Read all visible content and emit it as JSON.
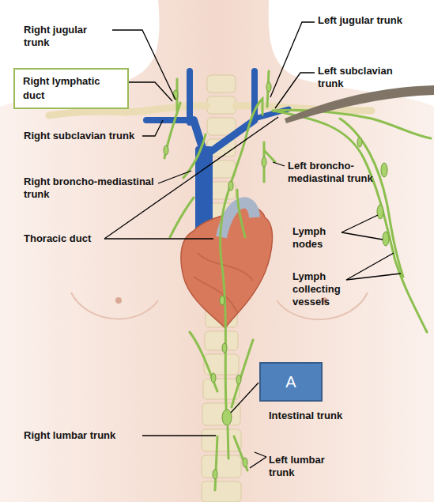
{
  "diagram": {
    "nodes": [
      {
        "text": [
          "Right lymphatic duct"
        ]
      },
      {
        "text": [
          "A"
        ]
      }
    ],
    "labels": [
      "Right jugular trunk",
      "Left jugular trunk",
      "Left subclavian trunk",
      "Right subclavian trunk",
      "Right broncho-mediastinal trunk",
      "Left broncho-mediastinal trunk",
      "Lymph nodes",
      "Thoracic duct",
      "Lymph collecting vessels",
      "Intestinal trunk",
      "Right lumbar trunk",
      "Left lumbar trunk"
    ]
  }
}
